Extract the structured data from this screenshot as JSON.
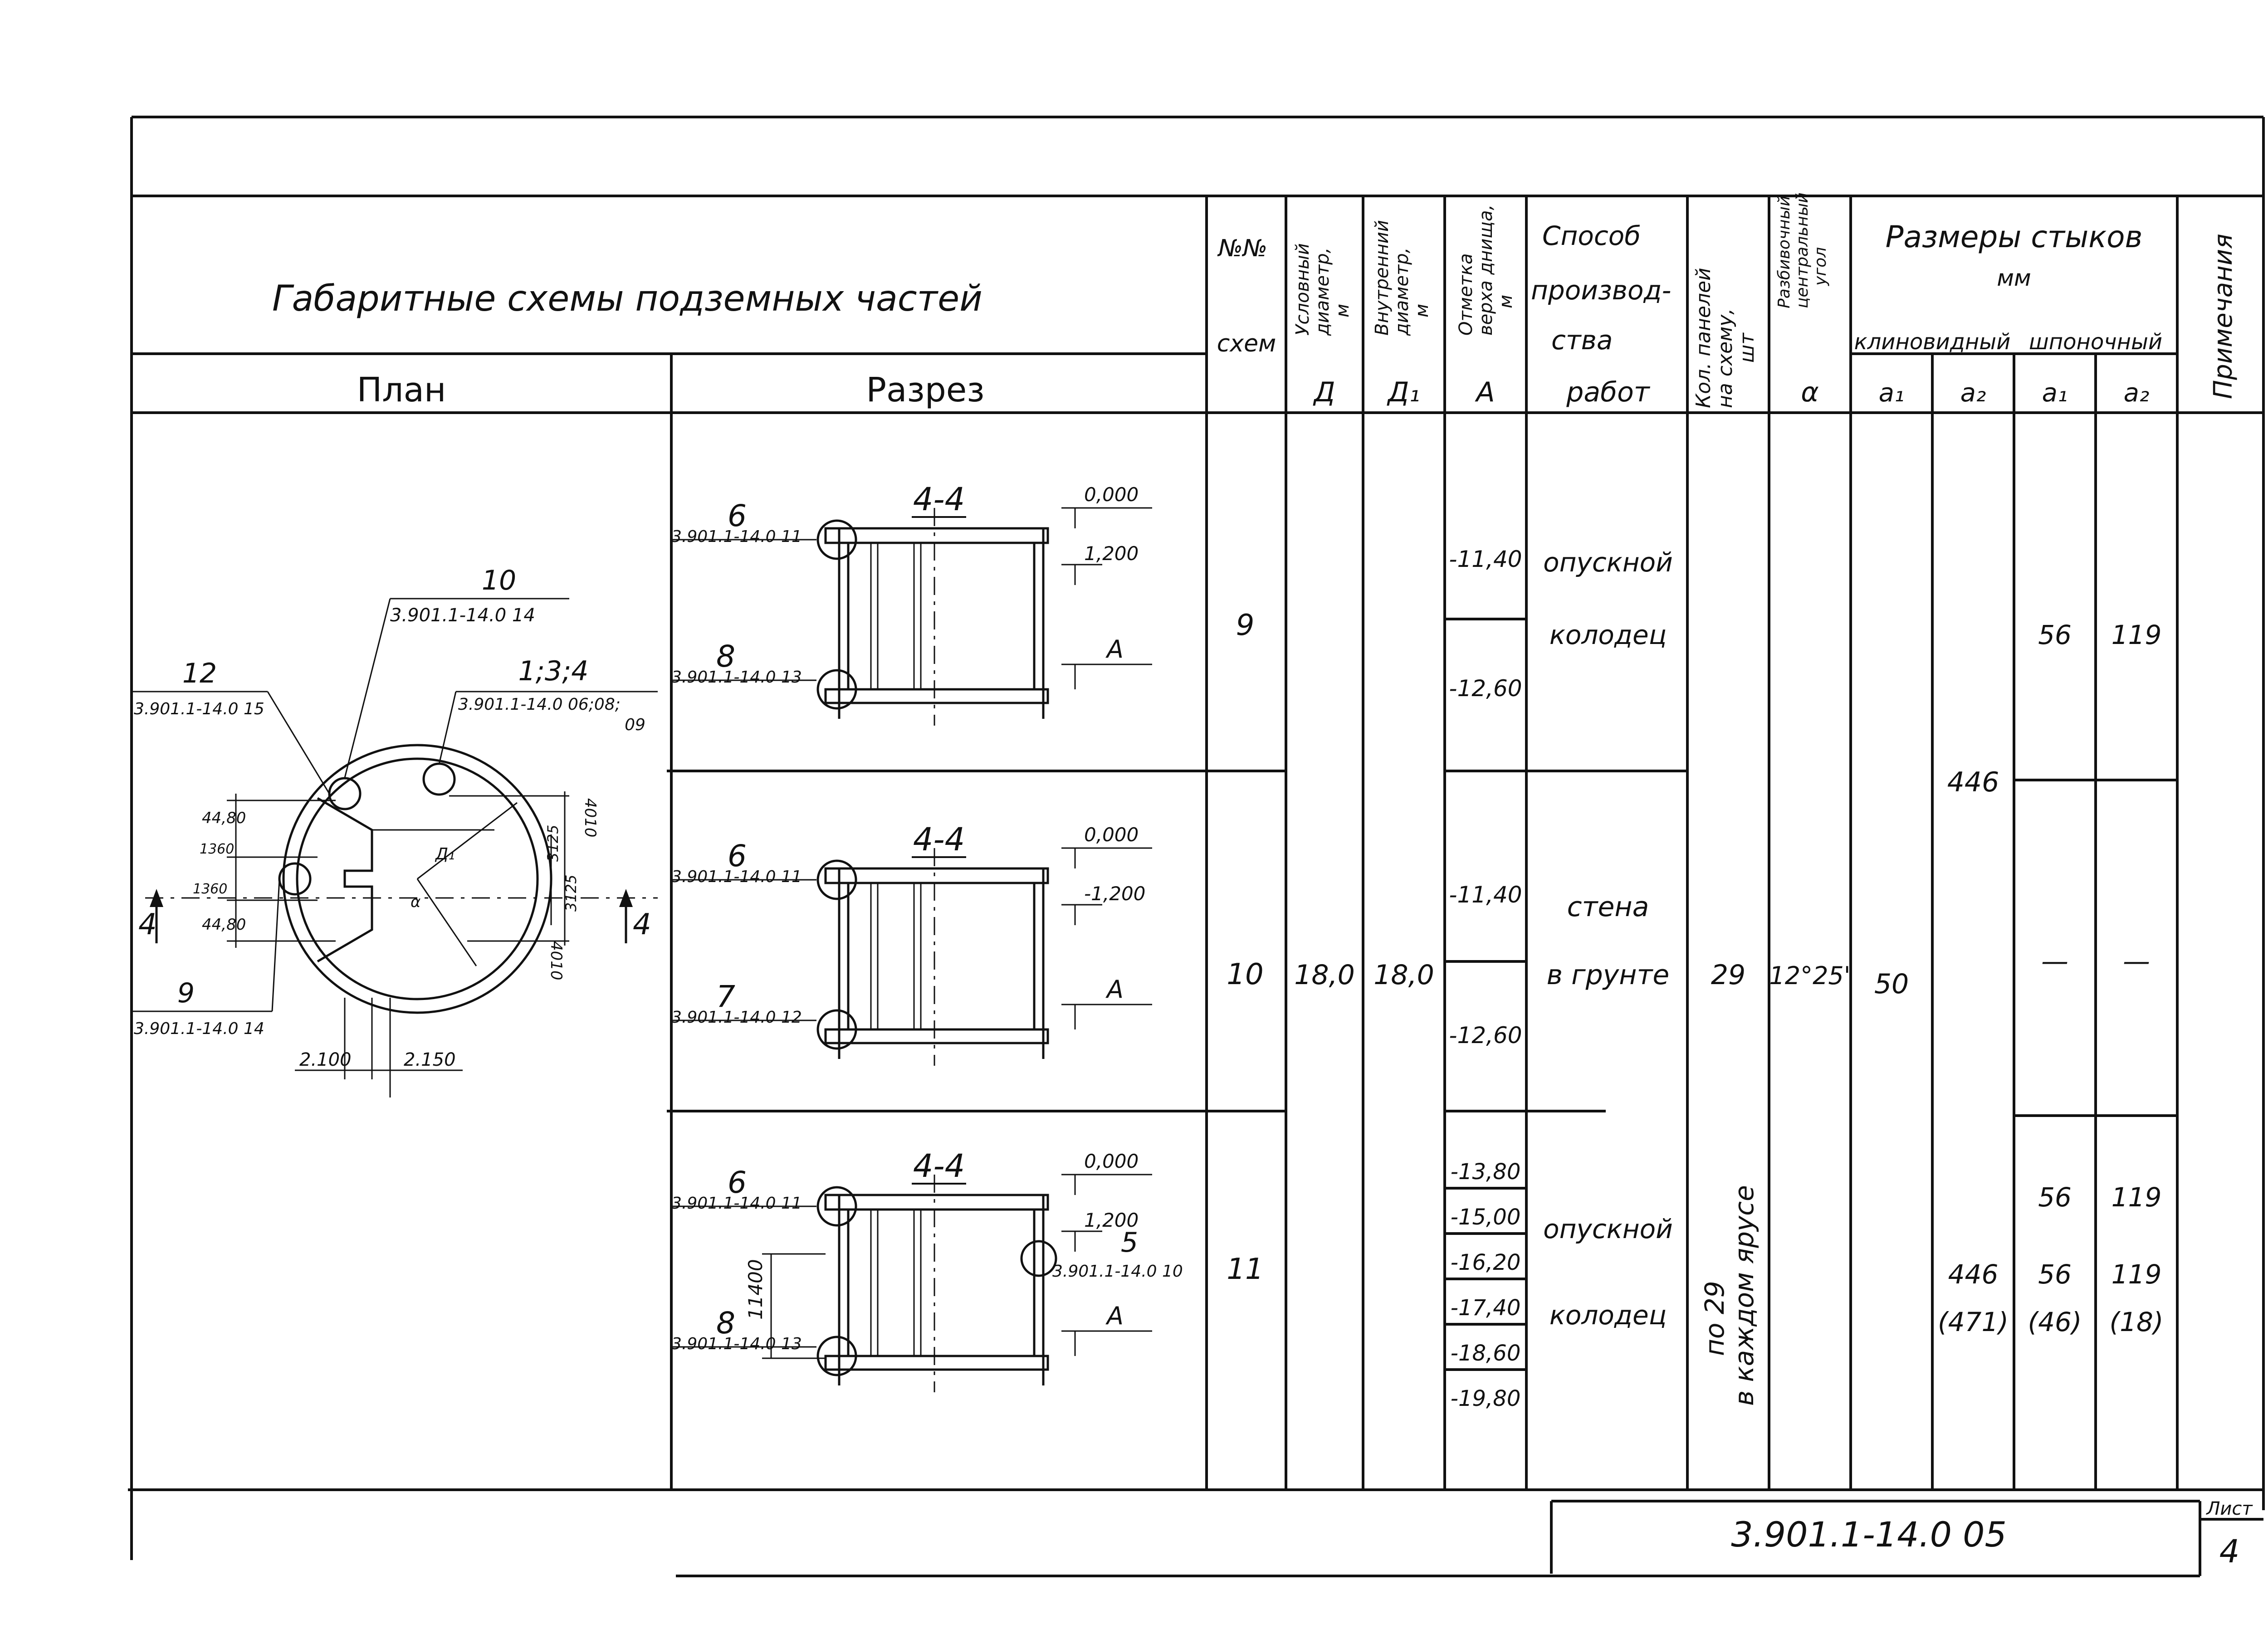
{
  "title": "Габаритные схемы подземных частей",
  "subheads": {
    "plan": "План",
    "section": "Разрез"
  },
  "headers": {
    "scheme_no": "№№",
    "scheme_no_2": "схем",
    "cond_diam": [
      "Условный",
      "диаметр,",
      "м"
    ],
    "inner_diam": [
      "Внутренний",
      "диаметр,",
      "м"
    ],
    "bottom_mark": [
      "Отметка",
      "верха днища,",
      "м"
    ],
    "method": [
      "Способ",
      "производ-",
      "ства",
      "работ"
    ],
    "panels": [
      "Кол. панелей",
      "на схему,",
      "шт"
    ],
    "angle": [
      "Разбивочный",
      "центральный",
      "угол"
    ],
    "joints_title": "Размеры стыков",
    "joints_unit": "мм",
    "wedge": "клиновидный",
    "key": "шпоночный",
    "notes": "Примечания",
    "sym_D": "Д",
    "sym_D1": "Д₁",
    "sym_A": "А",
    "sym_alpha": "α",
    "sym_a1": "a₁",
    "sym_a2": "a₂"
  },
  "rows": [
    {
      "scheme": "9",
      "marks": [
        "-11,40",
        "-12,60"
      ],
      "method": [
        "опускной",
        "колодец"
      ],
      "key_a1": "56",
      "key_a2": "119"
    },
    {
      "scheme": "10",
      "marks": [
        "-11,40",
        "-12,60"
      ],
      "method": [
        "стена",
        "в грунте"
      ],
      "key_a1": "—",
      "key_a2": "—"
    },
    {
      "scheme": "11",
      "marks": [
        "-13,80",
        "-15,00",
        "-16,20",
        "-17,40",
        "-18,60",
        "-19,80"
      ],
      "method": [
        "опускной",
        "колодец"
      ],
      "panels_vertical": [
        "по 29",
        "в каждом ярусе"
      ]
    }
  ],
  "shared": {
    "D": "18,0",
    "D1": "18,0",
    "panels": "29",
    "alpha": "12°25'",
    "wedge_a1": "50",
    "wedge_a2": "446",
    "r3_wedge_a2": [
      "446",
      "(471)"
    ],
    "r3_key_a1_top": "56",
    "r3_key_a2_top": "119",
    "r3_key_a1": [
      "56",
      "(46)"
    ],
    "r3_key_a2": [
      "119",
      "(18)"
    ]
  },
  "plan": {
    "ref10": "10",
    "ref10_doc": "3.901.1-14.0 14",
    "ref134": "1;3;4",
    "ref134_doc": "3.901.1-14.0 06;08;",
    "ref134_doc2": "09",
    "ref12": "12",
    "ref12_doc": "3.901.1-14.0 15",
    "ref9": "9",
    "ref9_doc": "3.901.1-14.0 14",
    "dim_4480a": "44,80",
    "dim_1360a": "1360",
    "dim_1360b": "1360",
    "dim_4480b": "44,80",
    "dim_4010a": "4010",
    "dim_3125a": "3125",
    "dim_3125b": "3125",
    "dim_4010b": "4010",
    "dim_2100": "2.100",
    "dim_2150": "2.150",
    "cut": "4",
    "label_d": "Д₁",
    "label_alpha": "α"
  },
  "sections": [
    {
      "cut": "4-4",
      "top_ref": "6",
      "top_doc": "3.901.1-14.0 11",
      "bot_ref": "8",
      "bot_doc": "3.901.1-14.0 13",
      "mark0": "0,000",
      "mark1": "1,200",
      "markA": "А"
    },
    {
      "cut": "4-4",
      "top_ref": "6",
      "top_doc": "3.901.1-14.0 11",
      "bot_ref": "7",
      "bot_doc": "3.901.1-14.0 12",
      "mark0": "0,000",
      "mark1": "-1,200",
      "markA": "А"
    },
    {
      "cut": "4-4",
      "top_ref": "6",
      "top_doc": "3.901.1-14.0 11",
      "bot_ref": "8",
      "bot_doc": "3.901.1-14.0 13",
      "mark0": "0,000",
      "mark1": "1,200",
      "markA": "А",
      "side_ref": "5",
      "side_doc": "3.901.1-14.0 10",
      "height": "11400"
    }
  ],
  "stamp": {
    "code": "3.901.1-14.0 05",
    "sheet_label": "Лист",
    "sheet_no": "4"
  }
}
